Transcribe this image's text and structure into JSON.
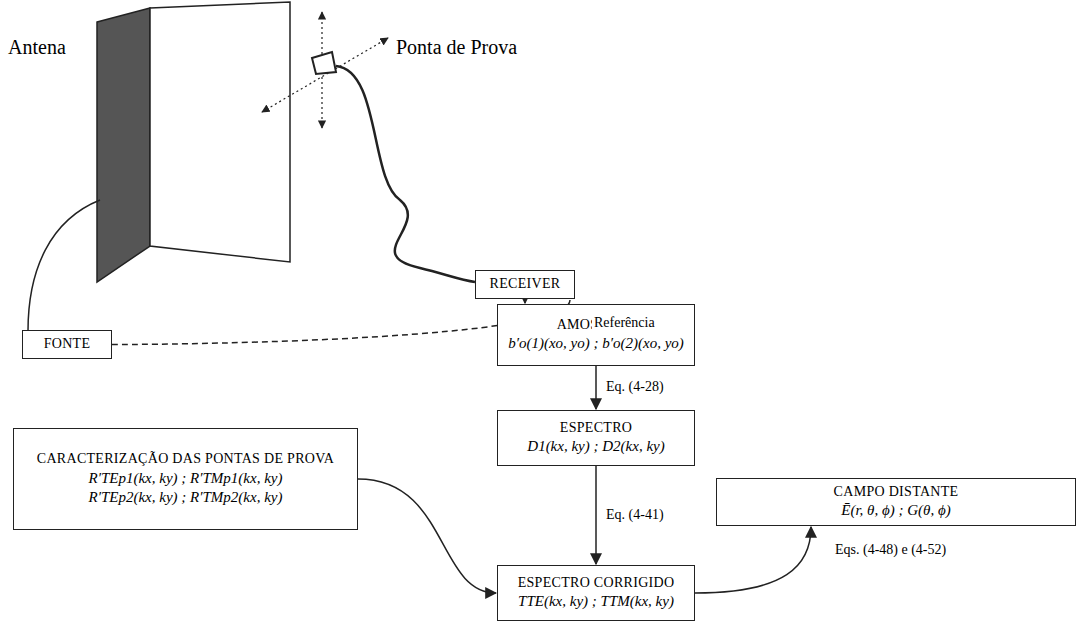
{
  "diagram": {
    "nodes": [
      {
        "text": [
          "RECEIVER"
        ]
      },
      {
        "text": [
          "AMOSTRAS",
          "b′o(1)(xo, yo) ; b′o(2)(xo, yo)"
        ]
      },
      {
        "text": [
          "FONTE"
        ]
      },
      {
        "text": [
          "ESPECTRO",
          "D1(kx, ky) ; D2(kx, ky)"
        ]
      },
      {
        "text": [
          "CARACTERIZAÇÃO DAS PONTAS DE PROVA",
          "R′TEp1(kx, ky) ; R′TMp1(kx, ky)",
          "R′TEp2(kx, ky) ; R′TMp2(kx, ky)"
        ]
      },
      {
        "text": [
          "CAMPO DISTANTE",
          "Ē(r, θ, ϕ) ; G(θ, ϕ)"
        ]
      },
      {
        "text": [
          "ESPECTRO CORRIGIDO",
          "TTE(kx, ky) ; TTM(kx, ky)"
        ]
      }
    ],
    "edges": [
      {
        "from": 2,
        "to": 0,
        "label": "Referência",
        "arrow": "none"
      },
      {
        "from": 0,
        "to": 1,
        "arrow": "to"
      },
      {
        "from": 1,
        "to": 3,
        "label": "Eq. (4-28)",
        "arrow": "to"
      },
      {
        "from": 3,
        "to": 6,
        "label": "Eq. (4-41)",
        "arrow": "to"
      },
      {
        "from": 4,
        "to": 6,
        "arrow": "to"
      },
      {
        "from": 6,
        "to": 5,
        "label": "Eqs. (4-48) e (4-52)",
        "arrow": "to"
      }
    ],
    "labels": [
      "Antena",
      "Ponta de Prova"
    ]
  }
}
